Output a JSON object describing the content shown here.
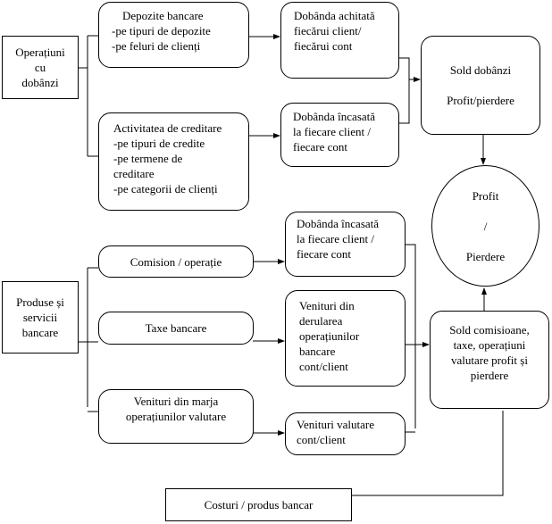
{
  "interest_ops": {
    "lines": [
      "Operațiuni",
      "cu",
      "dobânzi"
    ]
  },
  "deposits": {
    "lines": [
      "Depozite bancare",
      "-pe tipuri de depozite",
      "-pe feluri de clienți"
    ]
  },
  "lending": {
    "lines": [
      "Activitatea de creditare",
      "-pe tipuri de credite",
      "-pe termene de",
      "creditare",
      "-pe categorii de clienți"
    ]
  },
  "interest_paid": {
    "lines": [
      "Dobânda achitată",
      "fiecărui client/",
      "fiecărui cont"
    ]
  },
  "interest_received": {
    "lines": [
      "Dobânda încasată",
      "la  fiecare client /",
      "fiecare cont"
    ]
  },
  "interest_balance": {
    "lines": [
      "Sold dobânzi",
      "Profit/pierdere"
    ]
  },
  "profit_loss": {
    "lines": [
      "Profit",
      "/",
      "Pierdere"
    ]
  },
  "products": {
    "lines": [
      "Produse și",
      "servicii",
      "bancare"
    ]
  },
  "commission": {
    "label": "Comision / operație"
  },
  "fees": {
    "label": "Taxe bancare"
  },
  "fx_margin": {
    "lines": [
      "Venituri din marja",
      "operațiunilor valutare"
    ]
  },
  "received_2": {
    "lines": [
      "Dobânda încasată",
      "la  fiecare client /",
      "fiecare cont"
    ]
  },
  "ops_income": {
    "lines": [
      "Venituri din",
      "derularea",
      "operațiunilor",
      "bancare",
      "cont/client"
    ]
  },
  "fx_income": {
    "lines": [
      "Venituri valutare",
      "cont/client"
    ]
  },
  "commission_balance": {
    "lines": [
      "Sold comisioane,",
      "taxe, operațiuni",
      "valutare profit și",
      "pierdere"
    ]
  },
  "costs": {
    "label": "Costuri / produs bancar"
  }
}
